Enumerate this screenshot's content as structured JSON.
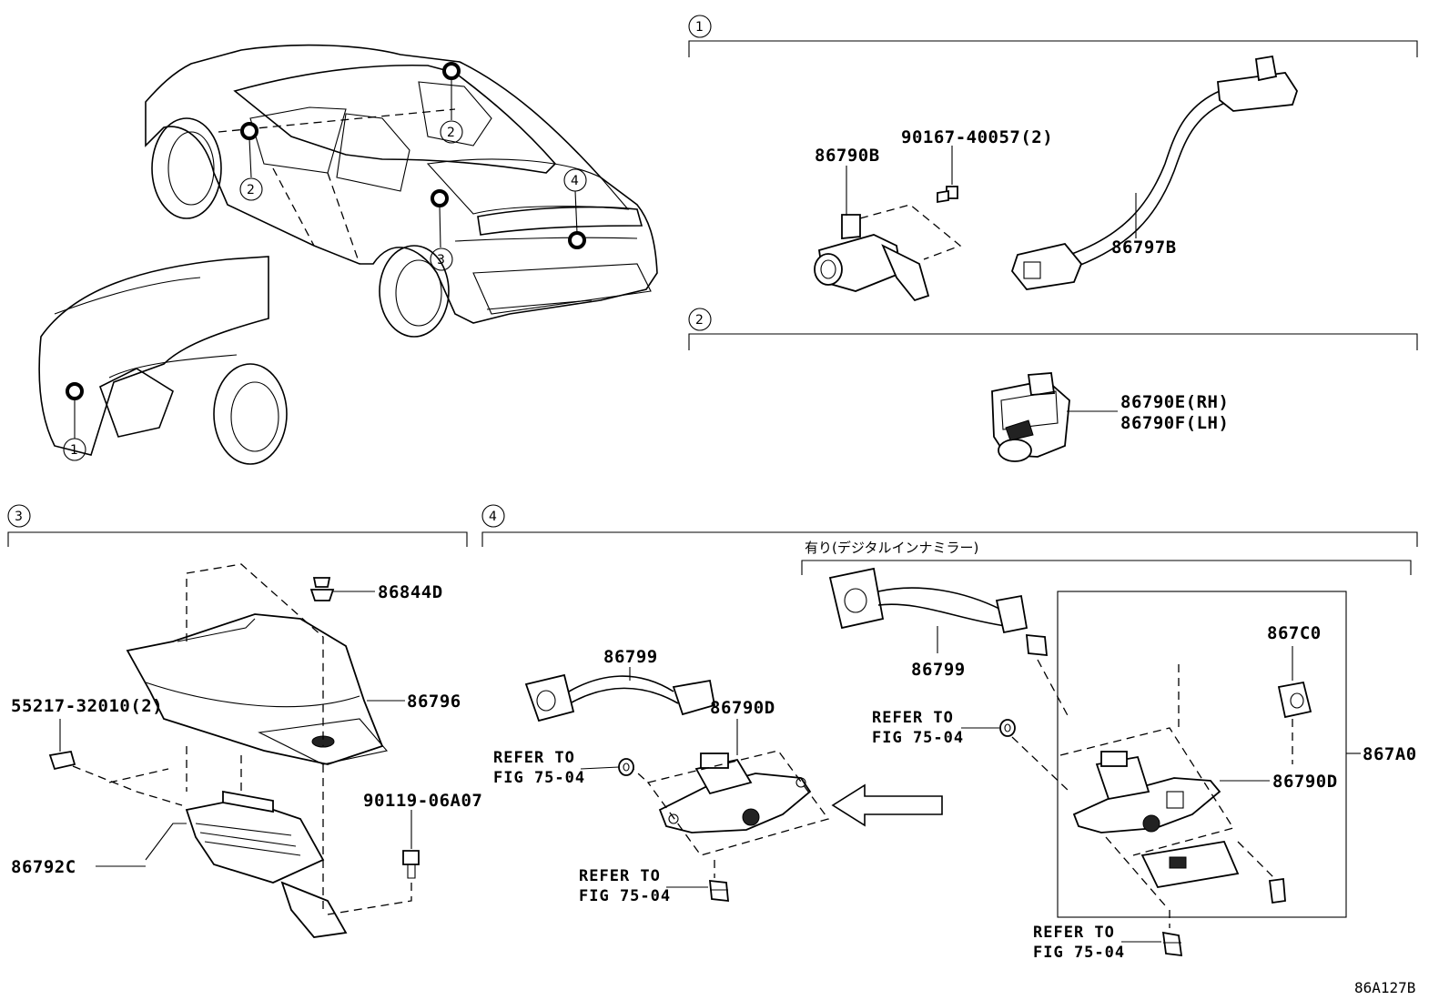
{
  "sections": [
    {
      "num": "1"
    },
    {
      "num": "2"
    },
    {
      "num": "3"
    },
    {
      "num": "4"
    }
  ],
  "car_callouts": [
    "1",
    "2",
    "2",
    "3",
    "4"
  ],
  "parts": {
    "p86790B": "86790B",
    "p90167": "90167-40057(2)",
    "p86797B": "86797B",
    "p86790E": "86790E(RH)",
    "p86790F": "86790F(LH)",
    "p86844D": "86844D",
    "p86796": "86796",
    "p55217": "55217-32010(2)",
    "p90119": "90119-06A07",
    "p86792C": "86792C",
    "p86799a": "86799",
    "p86790Da": "86790D",
    "p86799b": "86799",
    "p867C0": "867C0",
    "p867A0": "867A0",
    "p86790Db": "86790D"
  },
  "refer": {
    "line1": "REFER TO",
    "line2": "FIG 75-04"
  },
  "variant_note": "有り(デジタルインナミラー)",
  "figure_code": "86A127B"
}
